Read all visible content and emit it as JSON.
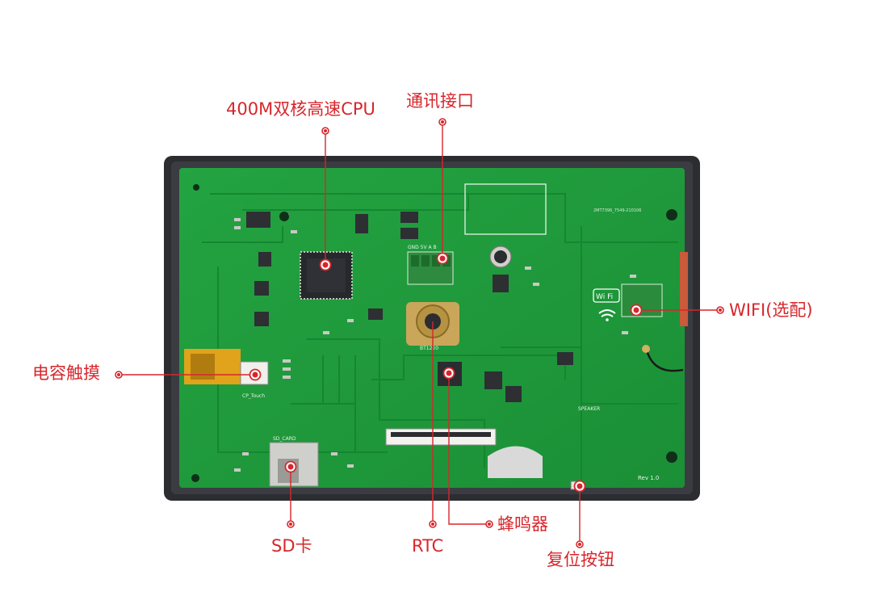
{
  "callouts": {
    "cpu": "400M双核高速CPU",
    "comm": "通讯接口",
    "touch": "电容触摸",
    "wifi": "WIFI(选配)",
    "sd": "SD卡",
    "rtc": "RTC",
    "buzzer": "蜂鸣器",
    "reset": "复位按钮"
  },
  "board_marks": {
    "touch_connector": "CP_Touch",
    "sd_slot": "SD_CARD",
    "terminal": "GND 5V A B",
    "rtc_chip": "BT1220",
    "speaker": "SPEAKER",
    "revision": "Rev 1.0",
    "serial": "2MT7396_7549-210106",
    "wifi_logo": "Wi Fi"
  },
  "colors": {
    "accent": "#d7262b",
    "pcb": "#1f9a3a",
    "bezel": "#2b2d31"
  }
}
